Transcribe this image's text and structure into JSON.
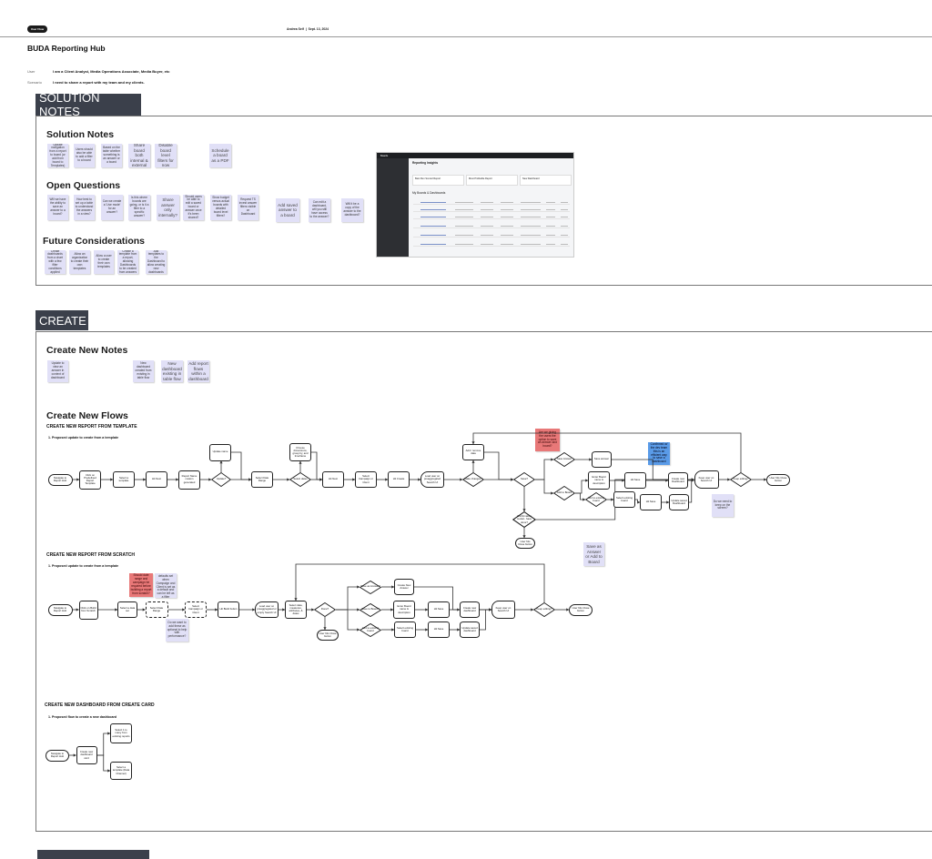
{
  "header": {
    "badge": "User Flow",
    "author": "Andrea Self",
    "separator": "|",
    "date": "Sept. 13, 2024",
    "title": "BUDA Reporting Hub",
    "user_label": "User",
    "user_value": "I am a Client Analyst, Media Operations Associate, Media Buyer, etc",
    "scenario_label": "Scenario",
    "scenario_value": "I need to share a report with my team and my clients."
  },
  "solution": {
    "section_label": "SOLUTION NOTES",
    "notes_heading": "Solution Notes",
    "notes": [
      "Update navigation from a report to board (or add from board to Templates)",
      "Users should also be able to add a filter to a board",
      "Based on the table whether something is an answer or a board",
      "Share board both internal & external",
      "Disable board level filters for now",
      "Schedule a board as a PDF"
    ],
    "questions_heading": "Open Questions",
    "questions": [
      "Will we have the ability to save an answer to a board?",
      "How best to set up a table to understand the answers in a view?",
      "Can we create a 'Live mode' for an answer?",
      "Is this where boards are going, or is it a filter to a specific answer?",
      "Share answer only internally?",
      "Should users be able to edit a saved board or answer once it's been shared?",
      "Show budget versus actual boards with detailed board level filters?",
      "Request TS invest answer filters visible on Dashboard",
      "Add saved answer to a board",
      "Can edit a dashboard, will you still have access to the answer?",
      "Will it be a copy of the answer to the dashboard?"
    ],
    "future_heading": "Future Considerations",
    "future": [
      "Create dashboards from a chart with a few filter conditions applied",
      "Allow an organization to create their own templates",
      "Allow a user to create their own templates",
      "Create a template from a report, allowing Dashboards to be created from answers",
      "Add templates to the Dashboard to allow creating new dashboards"
    ],
    "screenshot": {
      "app": "Boards",
      "page_title": "Reporting Insights",
      "cards": [
        "Best Run Scored Report",
        "Most Profitable Report",
        "New Dashboard"
      ],
      "table_title": "My Boards & Dashboards"
    }
  },
  "create": {
    "section_label": "CREATE",
    "notes_heading": "Create New Notes",
    "notes": [
      "Update to view an answer in context of dashboard",
      "New dashboard created from existing in table flow",
      "New dashboard existing in table flow",
      "Add report flows within a dashboard"
    ],
    "flows_heading": "Create New Flows"
  },
  "flows": [
    {
      "title": "CREATE NEW REPORT FROM TEMPLATE",
      "subtitle": "1. Proposed update to create from a template",
      "nodes": [
        "Navigate to Report Hub",
        "Click on Predefined Report Template",
        "Select a template",
        "Hit Next",
        "Report Name custom generated",
        "Update?",
        "Update name",
        "Select Date Range",
        "Select dates",
        "Choose dimensions, group by, and timeframe",
        "Hit Next",
        "Select Campaign or Client",
        "Hit Create",
        "Load user on preaggregated Search UI",
        "Make changes?",
        "Add / remove data",
        "Save?",
        "Save Answer",
        "Save answer",
        "Enter Board name & description",
        "Hit Save",
        "Create new Dashboard",
        "Add to Board",
        "Add to existing board",
        "Select existing board",
        "Hit Save",
        "Update saved Dashboard",
        "Keep user on Search UI",
        "Keep editing?",
        "User hits Close button",
        "Confirmation modal - have done?",
        "User hits Close button"
      ],
      "notes": [
        "Are we giving the users the option to save an answer and board?",
        "Confirmed w/ the dev team this is an efficient way to save a dashboard",
        "Do we need to keep on the screen?",
        "Save as Answer or Add to Board"
      ]
    },
    {
      "title": "CREATE NEW REPORT FROM SCRATCH",
      "subtitle": "1. Proposed update to create from a template",
      "nodes": [
        "Navigate to Report Hub",
        "Click on Build from Scratch",
        "Select a data set",
        "Select Date Range",
        "Select Campaign or Client",
        "Hit Build button",
        "Load user on preaggregated or empty Search UI",
        "Select data, measures, attributes, & dates",
        "Done?",
        "User hits Close button",
        "Save as Answer?",
        "Create New Answer",
        "Save to Board?",
        "Enter Board name & description",
        "Hit Save",
        "Create new dashboard",
        "Add to existing board",
        "Select existing board",
        "Hit Save",
        "Update saved dashboard",
        "Keep user on Search UI",
        "Keep editing?",
        "User hits Close button"
      ],
      "notes": [
        "Should date range and campaign be required before building a report from scratch?",
        "Allows defaults set when Campaign and Client is set as a default and can be left as a filter",
        "Do we want to add these as optional to help with performance?"
      ]
    },
    {
      "title": "CREATE NEW DASHBOARD FROM CREATE CARD",
      "subtitle": "1. Proposed flow to create a new dashboard",
      "nodes": [
        "Navigate to Report Hub",
        "Create new dashboard card",
        "Select 1 to many from existing reports",
        "Select a template (Data Channel)"
      ],
      "notes": []
    }
  ],
  "colors": {
    "sticky": "#e1e0f7",
    "sticky_red": "#e87878",
    "sticky_blue": "#5a9be8",
    "section_label": "#3b404b"
  }
}
